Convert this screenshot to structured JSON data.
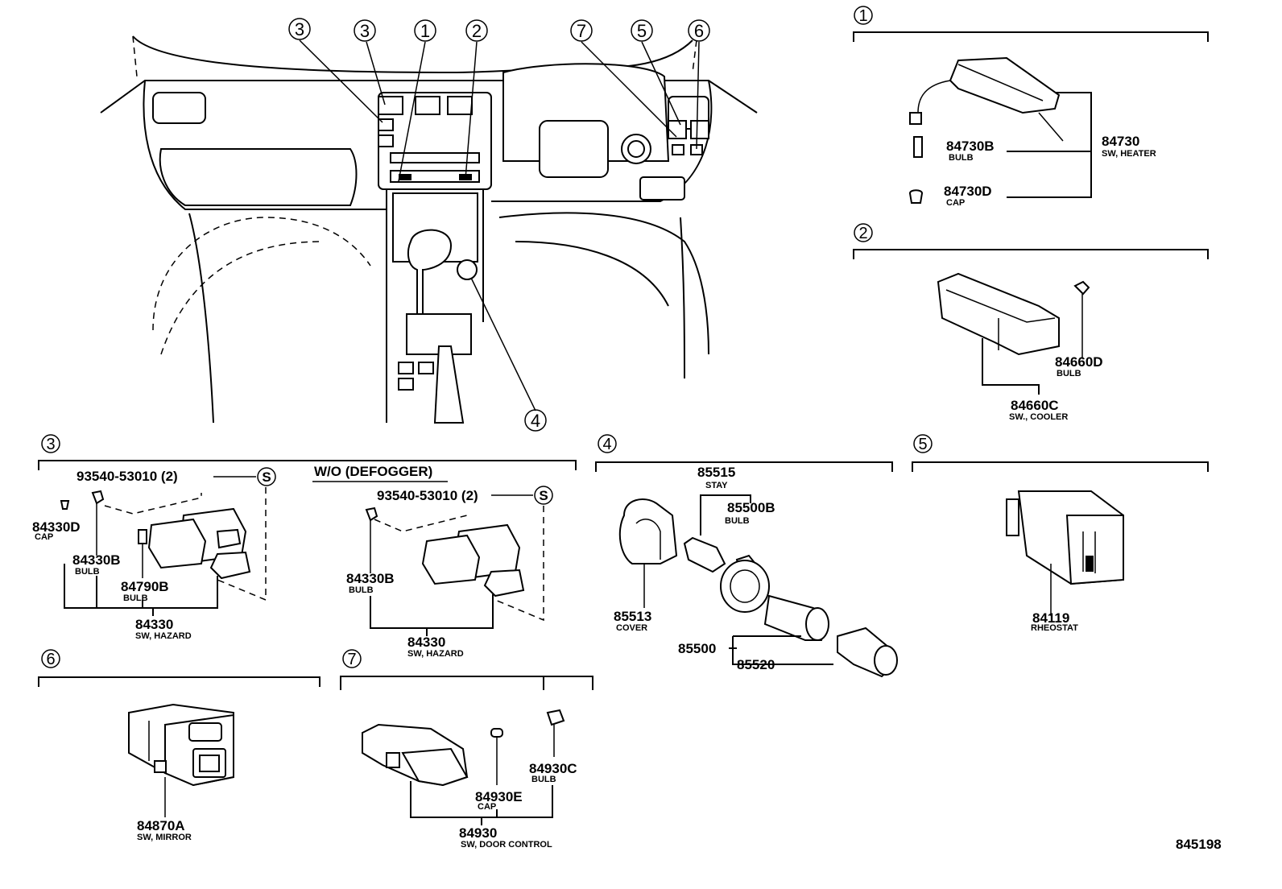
{
  "dashboard": {
    "callouts": [
      "3",
      "3",
      "1",
      "2",
      "7",
      "5",
      "6",
      "4"
    ]
  },
  "sections": {
    "s1": {
      "number": "1",
      "parts": [
        {
          "pn": "84730",
          "desc": "SW, HEATER"
        },
        {
          "pn": "84730B",
          "desc": "BULB"
        },
        {
          "pn": "84730D",
          "desc": "CAP"
        }
      ]
    },
    "s2": {
      "number": "2",
      "parts": [
        {
          "pn": "84660D",
          "desc": "BULB"
        },
        {
          "pn": "84660C",
          "desc": "SW., COOLER"
        }
      ]
    },
    "s3": {
      "number": "3",
      "screw_pn": "93540-53010 (2)",
      "screw_mark": "S",
      "variant_label": "W/O (DEFOGGER)",
      "screw_pn_2": "93540-53010 (2)",
      "parts": [
        {
          "pn": "84330D",
          "desc": "CAP"
        },
        {
          "pn": "84330B",
          "desc": "BULB"
        },
        {
          "pn": "84790B",
          "desc": "BULB"
        },
        {
          "pn": "84330",
          "desc": "SW, HAZARD"
        },
        {
          "pn": "84330B",
          "desc": "BULB"
        },
        {
          "pn": "84330",
          "desc": "SW, HAZARD"
        }
      ]
    },
    "s4": {
      "number": "4",
      "parts": [
        {
          "pn": "85515",
          "desc": "STAY"
        },
        {
          "pn": "85500B",
          "desc": "BULB"
        },
        {
          "pn": "85513",
          "desc": "COVER"
        },
        {
          "pn": "85500",
          "desc": ""
        },
        {
          "pn": "85520",
          "desc": ""
        }
      ]
    },
    "s5": {
      "number": "5",
      "parts": [
        {
          "pn": "84119",
          "desc": "RHEOSTAT"
        }
      ]
    },
    "s6": {
      "number": "6",
      "parts": [
        {
          "pn": "84870A",
          "desc": "SW, MIRROR"
        }
      ]
    },
    "s7": {
      "number": "7",
      "parts": [
        {
          "pn": "84930C",
          "desc": "BULB"
        },
        {
          "pn": "84930E",
          "desc": "CAP"
        },
        {
          "pn": "84930",
          "desc": "SW, DOOR CONTROL"
        }
      ]
    }
  },
  "figure_id": "845198"
}
